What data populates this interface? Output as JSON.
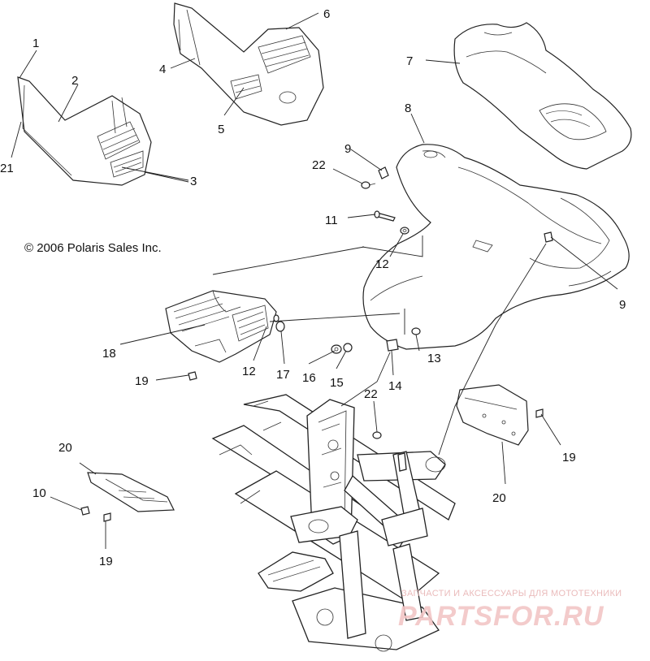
{
  "copyright": "© 2006 Polaris Sales Inc.",
  "watermark": {
    "tagline": "ЗАПЧАСТИ И АКСЕССУАРЫ ДЛЯ МОТОТЕХНИКИ",
    "brand": "PARTSFOR.RU"
  },
  "callouts": {
    "c1": "1",
    "c2": "2",
    "c3": "3",
    "c4": "4",
    "c5": "5",
    "c6": "6",
    "c7": "7",
    "c8": "8",
    "c9a": "9",
    "c9b": "9",
    "c10": "10",
    "c11": "11",
    "c12a": "12",
    "c12b": "12",
    "c13": "13",
    "c14": "14",
    "c15": "15",
    "c16": "16",
    "c17": "17",
    "c18": "18",
    "c19a": "19",
    "c19b": "19",
    "c19c": "19",
    "c20a": "20",
    "c20b": "20",
    "c21": "21",
    "c22a": "22",
    "c22b": "22"
  }
}
